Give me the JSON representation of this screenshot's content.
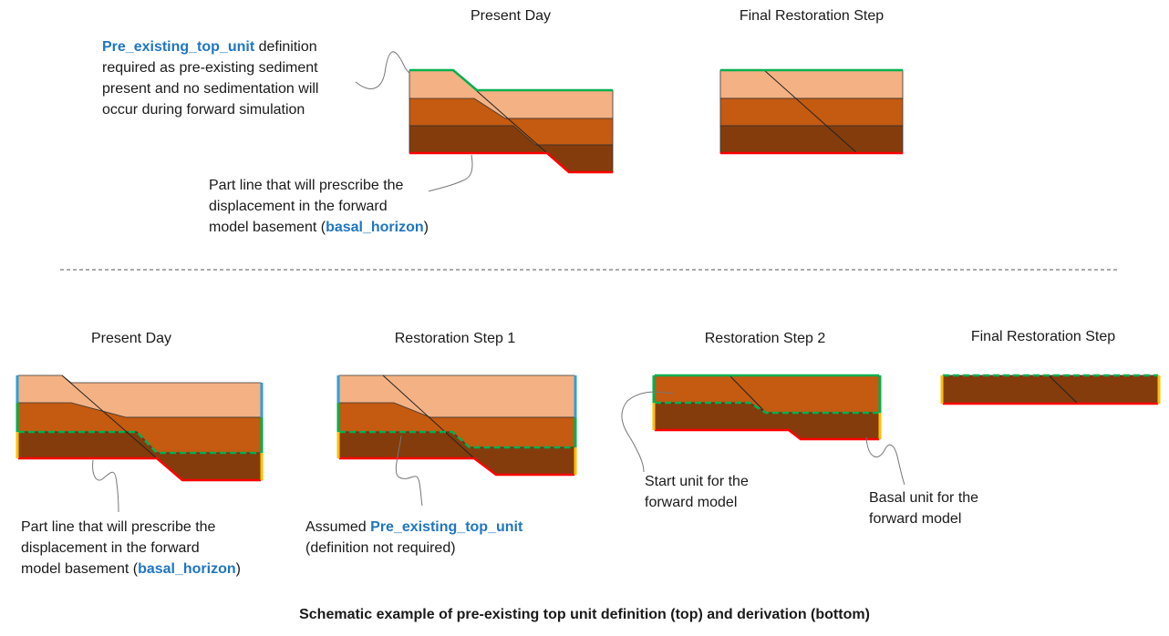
{
  "top": {
    "present_day_title": "Present Day",
    "final_step_title": "Final Restoration Step",
    "pre_existing_note": {
      "line1_kw": "Pre_existing_top_unit",
      "line1_rest": " definition",
      "line2": "required as pre-existing sediment",
      "line3": "present and no sedimentation will",
      "line4": "occur during forward simulation"
    },
    "part_line_note": {
      "line1": "Part line that will prescribe the",
      "line2": "displacement in the forward",
      "line3_pre": "model basement (",
      "line3_kw": "basal_horizon",
      "line3_post": ")"
    }
  },
  "bottom": {
    "present_day_title": "Present Day",
    "step1_title": "Restoration Step 1",
    "step2_title": "Restoration Step 2",
    "final_step_title": "Final Restoration Step",
    "part_line_note": {
      "line1": "Part line that will prescribe the",
      "line2": "displacement in the forward",
      "line3_pre": "model basement (",
      "line3_kw": "basal_horizon",
      "line3_post": ")"
    },
    "assumed_note": {
      "line1_pre": "Assumed ",
      "line1_kw": "Pre_existing_top_unit",
      "line2": "(definition not required)"
    },
    "start_unit_note": {
      "line1": "Start unit for the",
      "line2": "forward model"
    },
    "basal_unit_note": {
      "line1": "Basal unit for the",
      "line2": "forward model"
    }
  },
  "caption": "Schematic example of pre-existing top unit definition (top) and derivation (bottom)",
  "colors": {
    "light_unit": "#f4b183",
    "mid_unit": "#c55a11",
    "dark_unit": "#843c0c",
    "green_horizon": "#00b050",
    "red_basement": "#ff0000",
    "blue_side": "#2e9fd8",
    "yellow_side": "#ffc000",
    "keyword_blue": "#1f76c2"
  }
}
